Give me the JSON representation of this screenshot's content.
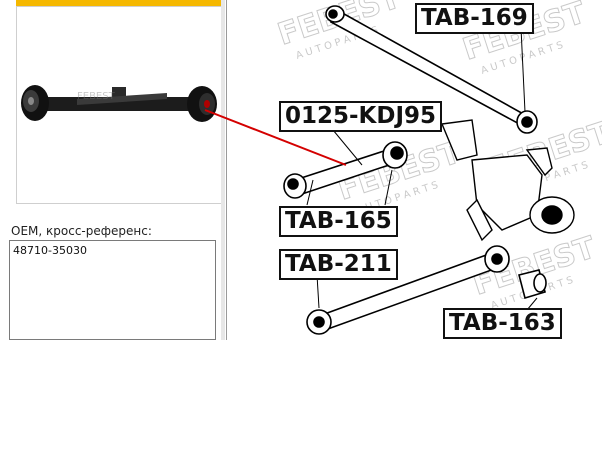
{
  "oem": {
    "label": "OEM, кросс-референс:",
    "code": "48710-35030"
  },
  "diagram": {
    "watermark_brand": "FEBEST",
    "watermark_sub": "AUTO PARTS",
    "labels": {
      "tab169": "TAB-169",
      "kdj95": "0125-KDJ95",
      "tab165": "TAB-165",
      "tab211": "TAB-211",
      "tab163": "TAB-163"
    }
  },
  "colors": {
    "accent": "#f5b800",
    "pointer": "#d40000"
  }
}
